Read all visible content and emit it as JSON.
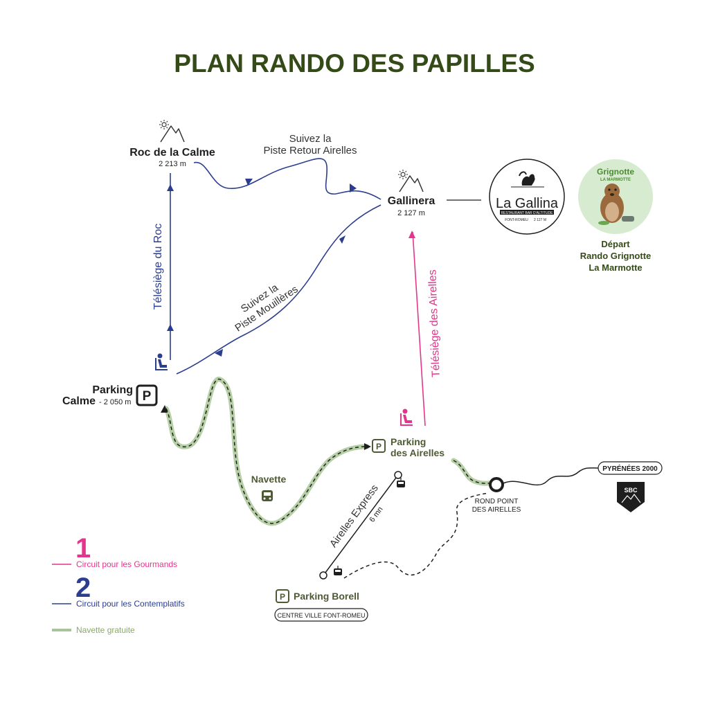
{
  "title": "PLAN RANDO DES PAPILLES",
  "peaks": {
    "roc": {
      "name": "Roc de la Calme",
      "altitude": "2 213 m"
    },
    "gallinera": {
      "name": "Gallinera",
      "altitude": "2 127 m"
    }
  },
  "routes": {
    "retour_line1": "Suivez la",
    "retour_line2": "Piste Retour Airelles",
    "mouilleres_line1": "Suivez la",
    "mouilleres_line2": "Piste Mouillères",
    "telesiege_roc": "Télésiège du Roc",
    "telesiege_airelles": "Télésiège des Airelles",
    "airelles_express": "Airelles Express",
    "airelles_express_time": "6 mn",
    "navette": "Navette"
  },
  "parkings": {
    "calme_line1": "Parking",
    "calme_line2": "Calme",
    "calme_altitude": "- 2 050 m",
    "airelles_line1": "Parking",
    "airelles_line2": "des Airelles",
    "borell": "Parking Borell",
    "borell_sub": "CENTRE VILLE FONT-ROMEU",
    "p_symbol": "P"
  },
  "roundabout": {
    "line1": "ROND POINT",
    "line2": "DES AIRELLES"
  },
  "pyrenees": {
    "label": "PYRÉNÉES 2000",
    "badge": "SBC"
  },
  "restaurant": {
    "name": "La Gallina",
    "subtitle": "RESTAURANT BAR D'ALTITUDE",
    "place": "FONT-ROMEU",
    "alt": "2 127 M"
  },
  "grignotte": {
    "logo_line1": "Grignotte",
    "logo_line2": "LA MARMOTTE",
    "caption_line1": "Départ",
    "caption_line2": "Rando Grignotte",
    "caption_line3": "La Marmotte"
  },
  "legend": [
    {
      "number": "1",
      "label": "Circuit pour les Gourmands",
      "color": "#e2368c"
    },
    {
      "number": "2",
      "label": "Circuit pour les Contemplatifs",
      "color": "#2a3d8f"
    },
    {
      "number": "",
      "label": "Navette gratuite",
      "color": "#a9c49a"
    }
  ],
  "colors": {
    "blue": "#2a3d8f",
    "pink": "#e2368c",
    "green": "#344a17",
    "shuttle": "#b7cfa6"
  }
}
